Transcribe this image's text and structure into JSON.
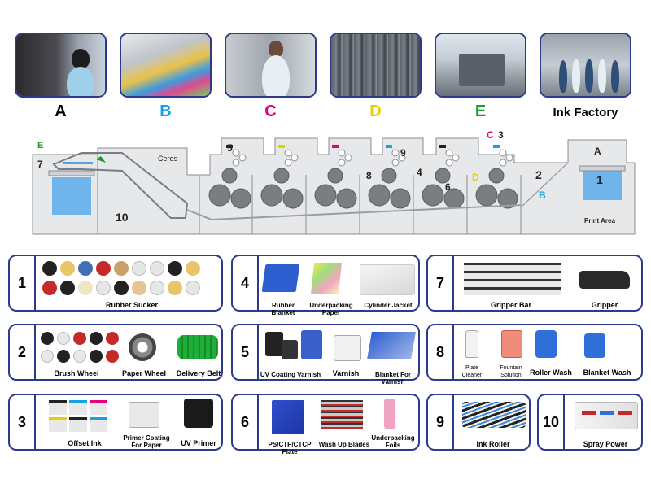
{
  "photos": [
    {
      "letter": "A",
      "color": "#111111"
    },
    {
      "letter": "B",
      "color": "#1aa0e0"
    },
    {
      "letter": "C",
      "color": "#e0007a"
    },
    {
      "letter": "D",
      "color": "#e8d000"
    },
    {
      "letter": "E",
      "color": "#1a9a30"
    },
    {
      "letter": "Ink Factory",
      "color": "#111111"
    }
  ],
  "press": {
    "brand": "Ceres",
    "print_area": "Print Area",
    "markers": {
      "n1": "1",
      "n2": "2",
      "n3": "3",
      "n4": "4",
      "n5": "5",
      "n6": "6",
      "n7": "7",
      "n8": "8",
      "n9": "9",
      "n10": "10",
      "A": "A",
      "B": "B",
      "C": "C",
      "D": "D",
      "E": "E"
    }
  },
  "panels": [
    {
      "num": "1",
      "labels": [
        "Rubber Sucker"
      ]
    },
    {
      "num": "4",
      "labels": [
        "Rubber Blanket",
        "Underpacking Paper",
        "Cylinder Jacket"
      ]
    },
    {
      "num": "7",
      "labels": [
        "Gripper Bar",
        "Gripper"
      ]
    },
    {
      "num": "2",
      "labels": [
        "Brush Wheel",
        "Paper Wheel",
        "Delivery Belt"
      ]
    },
    {
      "num": "5",
      "labels": [
        "UV Coating Varnish",
        "Varnish",
        "Blanket For Varnish"
      ]
    },
    {
      "num": "8",
      "labels": [
        "Plate Cleaner",
        "Fountain Solution",
        "Roller Wash",
        "Blanket Wash"
      ]
    },
    {
      "num": "3",
      "labels": [
        "Offset Ink",
        "Primer Coating For Paper",
        "UV Primer"
      ]
    },
    {
      "num": "6",
      "labels": [
        "PS/CTP/CTCP Plate",
        "Wash Up Blades",
        "Underpacking Foils"
      ]
    },
    {
      "num": "9",
      "labels": [
        "Ink Roller"
      ]
    },
    {
      "num": "10",
      "labels": [
        "Spray Power"
      ]
    }
  ]
}
